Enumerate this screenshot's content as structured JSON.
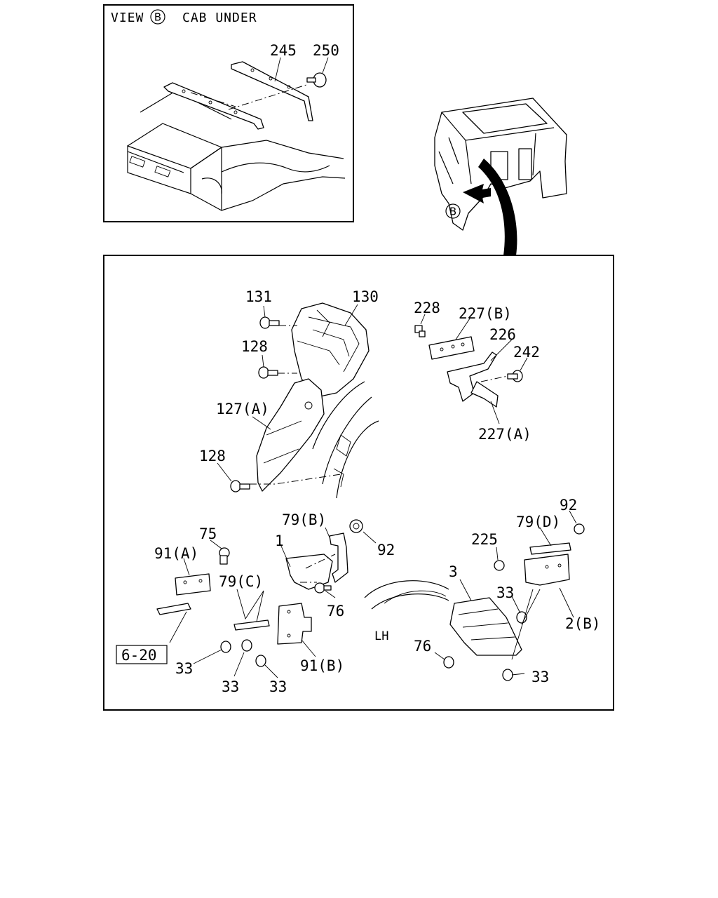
{
  "view_box": {
    "header_view": "VIEW",
    "header_circled": "B",
    "header_caption": "CAB UNDER",
    "labels": {
      "p245": "245",
      "p250": "250"
    }
  },
  "cab_view": {
    "arrow_circled": "B"
  },
  "main_box": {
    "labels": {
      "p131": "131",
      "p130": "130",
      "p128_top": "128",
      "p127a": "127(A)",
      "p128_bottom": "128",
      "p228": "228",
      "p227b": "227(B)",
      "p226": "226",
      "p242": "242",
      "p227a": "227(A)",
      "p79b": "79(B)",
      "p1": "1",
      "p92_mid": "92",
      "p76_mid": "76",
      "p75": "75",
      "p91a": "91(A)",
      "p79c": "79(C)",
      "p91b": "91(B)",
      "p620": "6-20",
      "p33_a": "33",
      "p33_b": "33",
      "p33_c": "33",
      "p92_right": "92",
      "p79d": "79(D)",
      "p225": "225",
      "p3": "3",
      "p33_right_top": "33",
      "p2b": "2(B)",
      "lh": "LH",
      "p76_right": "76",
      "p33_right_bottom": "33"
    }
  }
}
